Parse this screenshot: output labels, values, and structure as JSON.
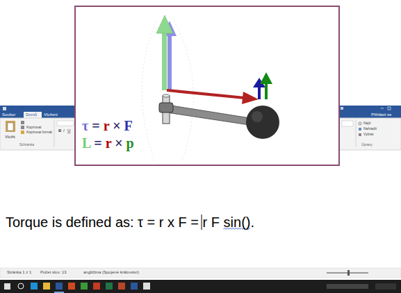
{
  "diagram": {
    "labels": [
      "τ = r × F",
      "L = r × p",
      "Soubor",
      "Domů",
      "Vložení",
      "Kopírovat",
      "Kopírovat formát",
      "Vložit",
      "Schránka",
      "Přihlásit se",
      "Najít",
      "Nahradit",
      "Vybrat",
      "Úpravy",
      "Torque is defined as: τ = r x F = r F sin().",
      "Stránka 1 z 1",
      "Počet slov: 13",
      "angličtina (Spojené království)"
    ]
  }
}
